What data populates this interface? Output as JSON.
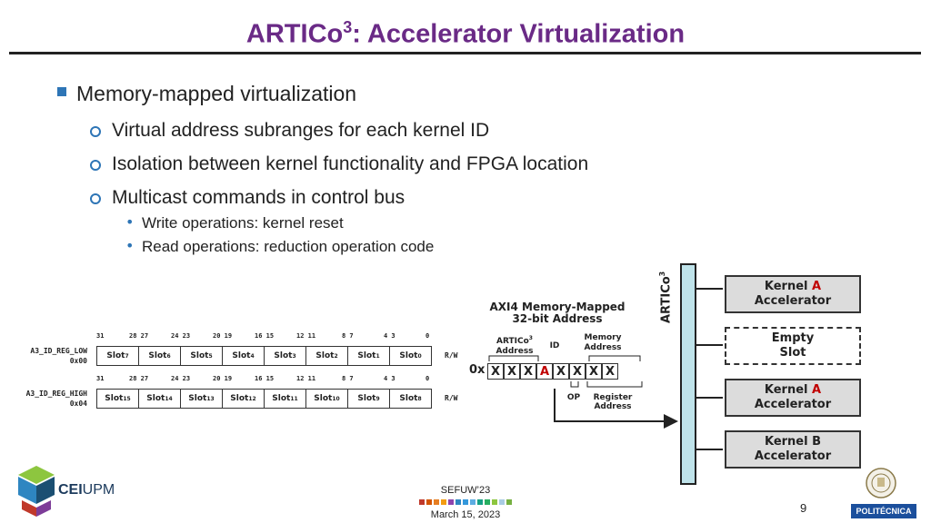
{
  "title": {
    "main": "ARTICo",
    "sup": "3",
    "rest": ": Accelerator Virtualization"
  },
  "bullets": {
    "l1": "Memory-mapped virtualization",
    "l2": [
      "Virtual address subranges for each kernel ID",
      "Isolation between kernel functionality and FPGA location",
      "Multicast commands in control bus"
    ],
    "l3": [
      "Write operations: kernel reset",
      "Read operations: reduction operation code"
    ]
  },
  "registers": {
    "bit_positions": [
      "31",
      "28 27",
      "24 23",
      "20 19",
      "16 15",
      "12 11",
      "8  7",
      "4  3",
      "0"
    ],
    "rows": [
      {
        "name": "A3_ID_REG_LOW",
        "offset": "0x00",
        "access": "R/W",
        "slots": [
          {
            "t": "Slot",
            "s": "7"
          },
          {
            "t": "Slot",
            "s": "6"
          },
          {
            "t": "Slot",
            "s": "5"
          },
          {
            "t": "Slot",
            "s": "4"
          },
          {
            "t": "Slot",
            "s": "3"
          },
          {
            "t": "Slot",
            "s": "2"
          },
          {
            "t": "Slot",
            "s": "1"
          },
          {
            "t": "Slot",
            "s": "0"
          }
        ]
      },
      {
        "name": "A3_ID_REG_HIGH",
        "offset": "0x04",
        "access": "R/W",
        "slots": [
          {
            "t": "Slot",
            "s": "15"
          },
          {
            "t": "Slot",
            "s": "14"
          },
          {
            "t": "Slot",
            "s": "13"
          },
          {
            "t": "Slot",
            "s": "12"
          },
          {
            "t": "Slot",
            "s": "11"
          },
          {
            "t": "Slot",
            "s": "10"
          },
          {
            "t": "Slot",
            "s": "9"
          },
          {
            "t": "Slot",
            "s": "8"
          }
        ]
      }
    ]
  },
  "address": {
    "heading_l1": "AXI4 Memory-Mapped",
    "heading_l2": "32-bit Address",
    "artico_l1": "ARTICo",
    "artico_sup": "3",
    "artico_l2": "Address",
    "id_label": "ID",
    "memory_l1": "Memory",
    "memory_l2": "Address",
    "prefix": "0x",
    "digits": [
      "X",
      "X",
      "X",
      "A",
      "X",
      "X",
      "X",
      "X"
    ],
    "op_label": "OP",
    "register_l1": "Register",
    "register_l2": "Address"
  },
  "bus": {
    "label": "ARTICo",
    "sup": "3"
  },
  "kernels": [
    {
      "l1a": "Kernel ",
      "l1b": "A",
      "l2": "Accelerator",
      "empty": false
    },
    {
      "l1a": "Empty",
      "l1b": "",
      "l2": "Slot",
      "empty": true
    },
    {
      "l1a": "Kernel ",
      "l1b": "A",
      "l2": "Accelerator",
      "empty": false
    },
    {
      "l1a": "Kernel B",
      "l1b": "",
      "l2": "Accelerator",
      "empty": false
    }
  ],
  "footer": {
    "conference": "SEFUW’23",
    "date": "March 15, 2023",
    "page": "9",
    "logo_left": {
      "a": "CEI",
      "b": "UPM"
    },
    "logo_right": "POLITÉCNICA"
  },
  "colors": {
    "title": "#6a2a86",
    "accent_blue": "#2e75b6",
    "bus": "#bfe3ea",
    "red": "#c00000"
  }
}
